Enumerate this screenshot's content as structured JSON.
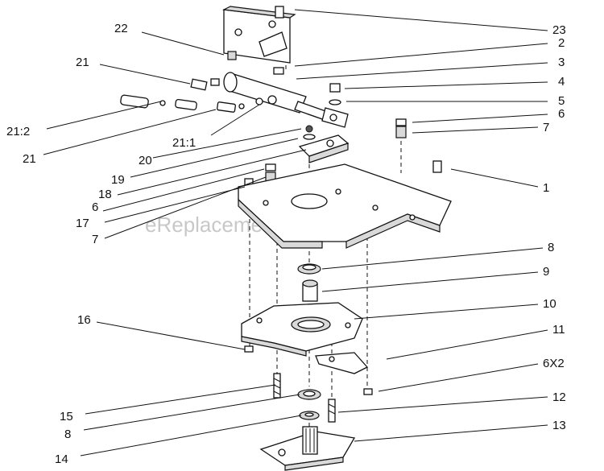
{
  "watermark": "eReplacementParts.com",
  "callouts": {
    "c23": "23",
    "c2": "2",
    "c3": "3",
    "c4": "4",
    "c5": "5",
    "c6a": "6",
    "c7a": "7",
    "c1": "1",
    "c8a": "8",
    "c9": "9",
    "c10": "10",
    "c11": "11",
    "c6x2": "6X2",
    "c12": "12",
    "c13": "13",
    "c22": "22",
    "c21a": "21",
    "c21_2": "21:2",
    "c21b": "21",
    "c21_1": "21:1",
    "c20": "20",
    "c19": "19",
    "c18": "18",
    "c6b": "6",
    "c17": "17",
    "c7b": "7",
    "c16": "16",
    "c15": "15",
    "c8b": "8",
    "c14": "14"
  }
}
